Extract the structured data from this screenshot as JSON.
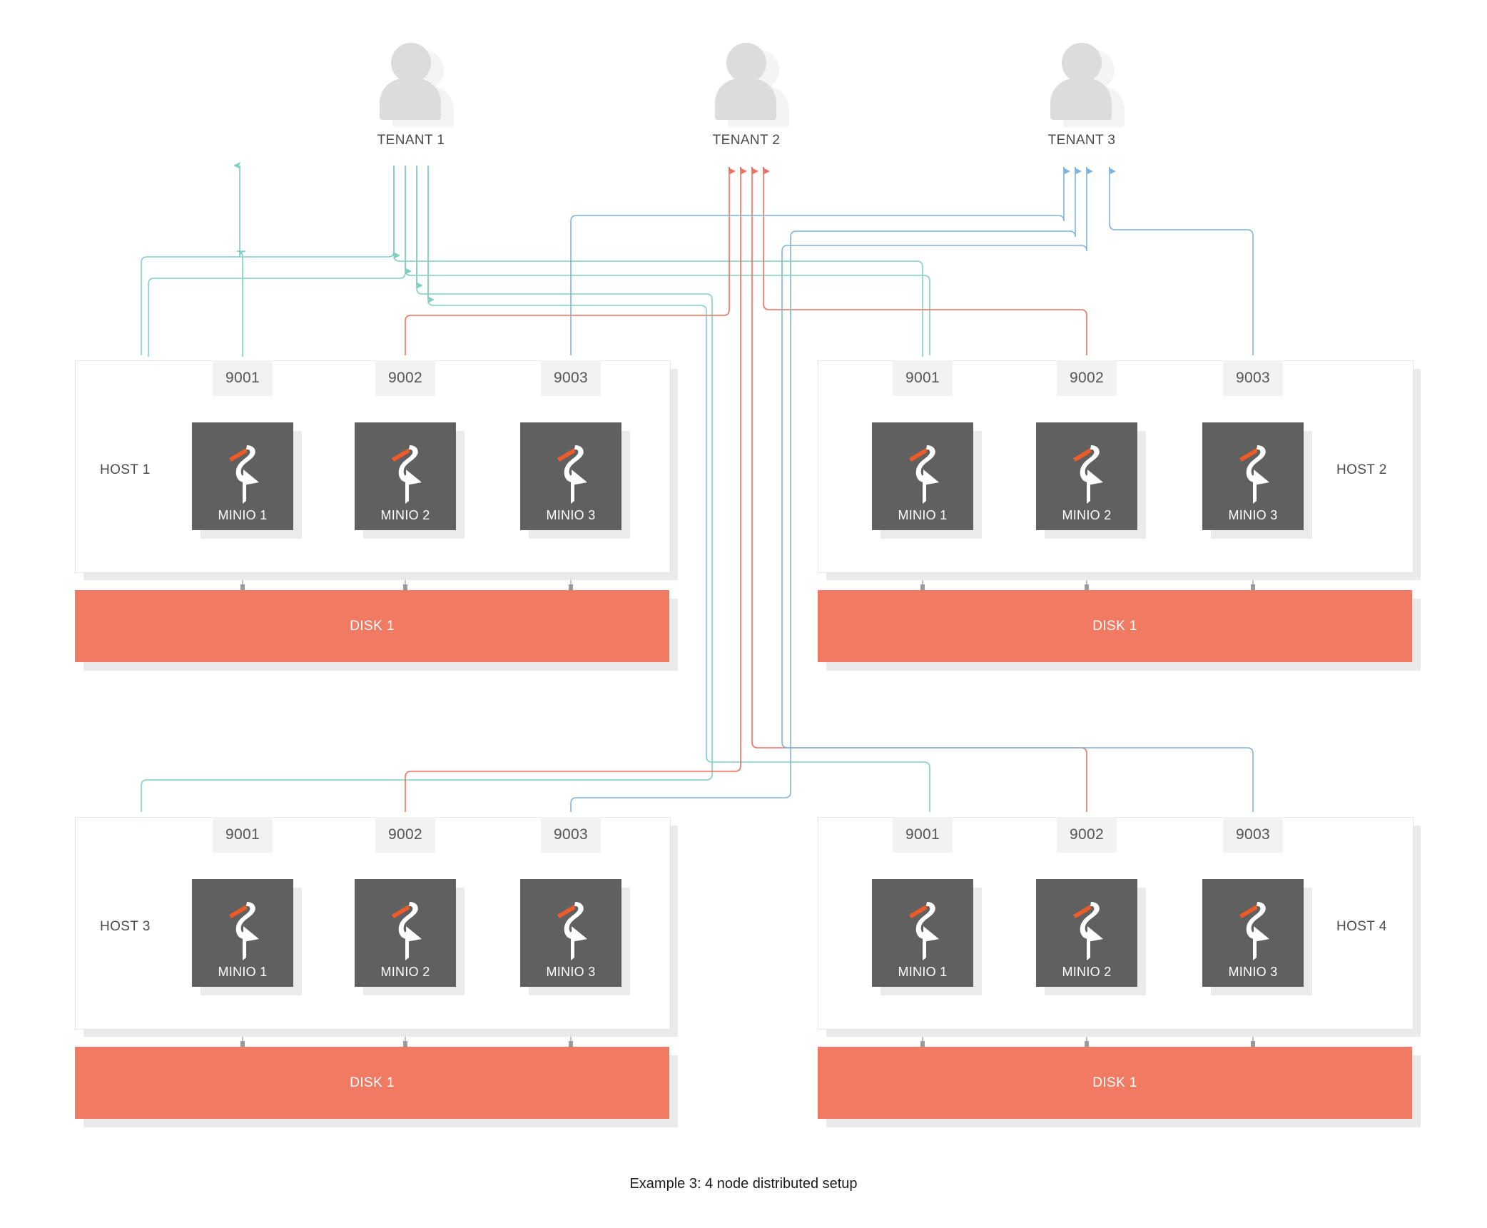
{
  "diagram": {
    "caption": "Example 3: 4 node distributed setup",
    "colors": {
      "tenant1_flow": "#7fcfc4",
      "tenant2_flow": "#ef6f5e",
      "tenant3_flow": "#7fb2dd",
      "minio_box": "#606060",
      "disk_bar": "#f07a62",
      "port_chip": "#f2f2f2",
      "host_border": "#e6e6e6",
      "tenant_icon": "#dcdcdc",
      "text": "#4a4a4a",
      "minio_beak": "#ee5b26"
    }
  },
  "tenants": [
    {
      "label": "TENANT 1",
      "icon": "user-icon",
      "flow_color": "#7fcfc4",
      "port": "9001"
    },
    {
      "label": "TENANT 2",
      "icon": "user-icon",
      "flow_color": "#ef6f5e",
      "port": "9002"
    },
    {
      "label": "TENANT 3",
      "icon": "user-icon",
      "flow_color": "#7fb2dd",
      "port": "9003"
    }
  ],
  "hosts": [
    {
      "label": "HOST 1",
      "ports": [
        "9001",
        "9002",
        "9003"
      ],
      "nodes": [
        "MINIO 1",
        "MINIO 2",
        "MINIO 3"
      ],
      "disk": "DISK 1"
    },
    {
      "label": "HOST 2",
      "ports": [
        "9001",
        "9002",
        "9003"
      ],
      "nodes": [
        "MINIO 1",
        "MINIO 2",
        "MINIO 3"
      ],
      "disk": "DISK 1"
    },
    {
      "label": "HOST 3",
      "ports": [
        "9001",
        "9002",
        "9003"
      ],
      "nodes": [
        "MINIO 1",
        "MINIO 2",
        "MINIO 3"
      ],
      "disk": "DISK 1"
    },
    {
      "label": "HOST 4",
      "ports": [
        "9001",
        "9002",
        "9003"
      ],
      "nodes": [
        "MINIO 1",
        "MINIO 2",
        "MINIO 3"
      ],
      "disk": "DISK 1"
    }
  ]
}
